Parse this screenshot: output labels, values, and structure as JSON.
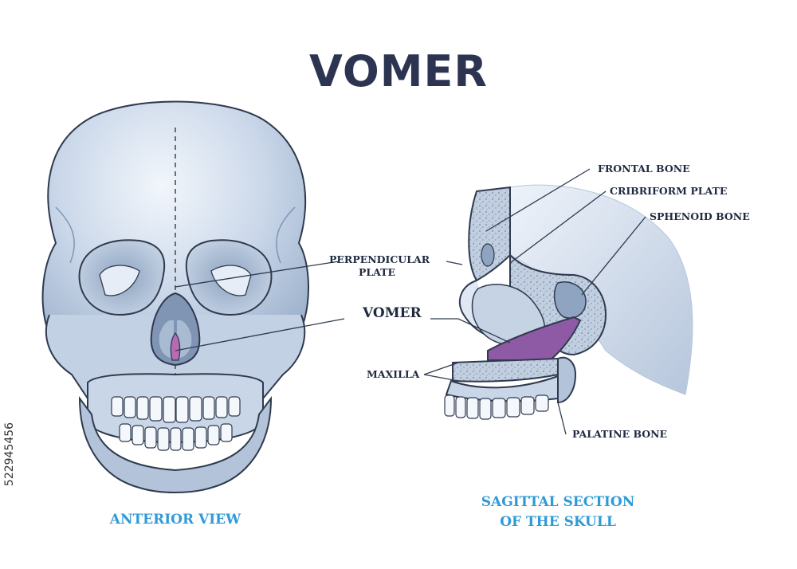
{
  "title": "VOMER",
  "anterior_view": {
    "caption": "ANTERIOR VIEW",
    "labels": {
      "perpendicular_plate": "PERPENDICULAR PLATE",
      "vomer": "VOMER",
      "maxilla": "MAXILLA"
    }
  },
  "sagittal_view": {
    "caption_line1": "SAGITTAL SECTION",
    "caption_line2": "OF THE SKULL",
    "labels": {
      "frontal_bone": "FRONTAL BONE",
      "cribriform_plate": "CRIBRIFORM PLATE",
      "sphenoid_bone": "SPHENOID BONE",
      "palatine_bone": "PALATINE BONE"
    }
  },
  "stock_id": "522945456",
  "colors": {
    "bone_light": "#e4ecf6",
    "bone_mid": "#b9c9de",
    "bone_dark": "#8ea4c0",
    "outline": "#2f3a4e",
    "vomer": "#8e5aa6",
    "caption": "#2f9ad8",
    "title": "#2c3452"
  }
}
